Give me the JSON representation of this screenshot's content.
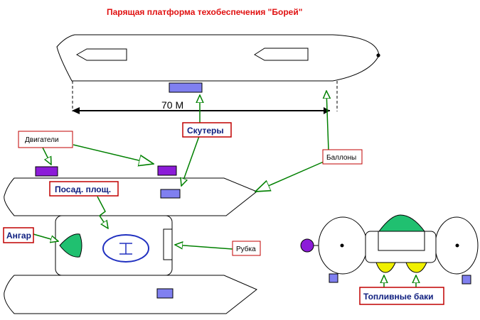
{
  "title": "Парящая платформа техобеспечения \"Борей\"",
  "dimension_label": "70 М",
  "labels": {
    "engines": "Двигатели",
    "scooters": "Скутеры",
    "balloons": "Баллоны",
    "landing_pad": "Посад. площ.",
    "hangar": "Ангар",
    "wheelhouse": "Рубка",
    "fuel_tanks": "Топливные баки"
  },
  "colors": {
    "title_red": "#e01010",
    "label_border": "#c00000",
    "arrow_green": "#008000",
    "engine_purple": "#8c1cd8",
    "scooter_blue": "#8080f0",
    "hangar_green": "#20c070",
    "helipad_blue": "#2030c0",
    "fuel_yellow": "#f0f000",
    "outline": "#000000"
  }
}
